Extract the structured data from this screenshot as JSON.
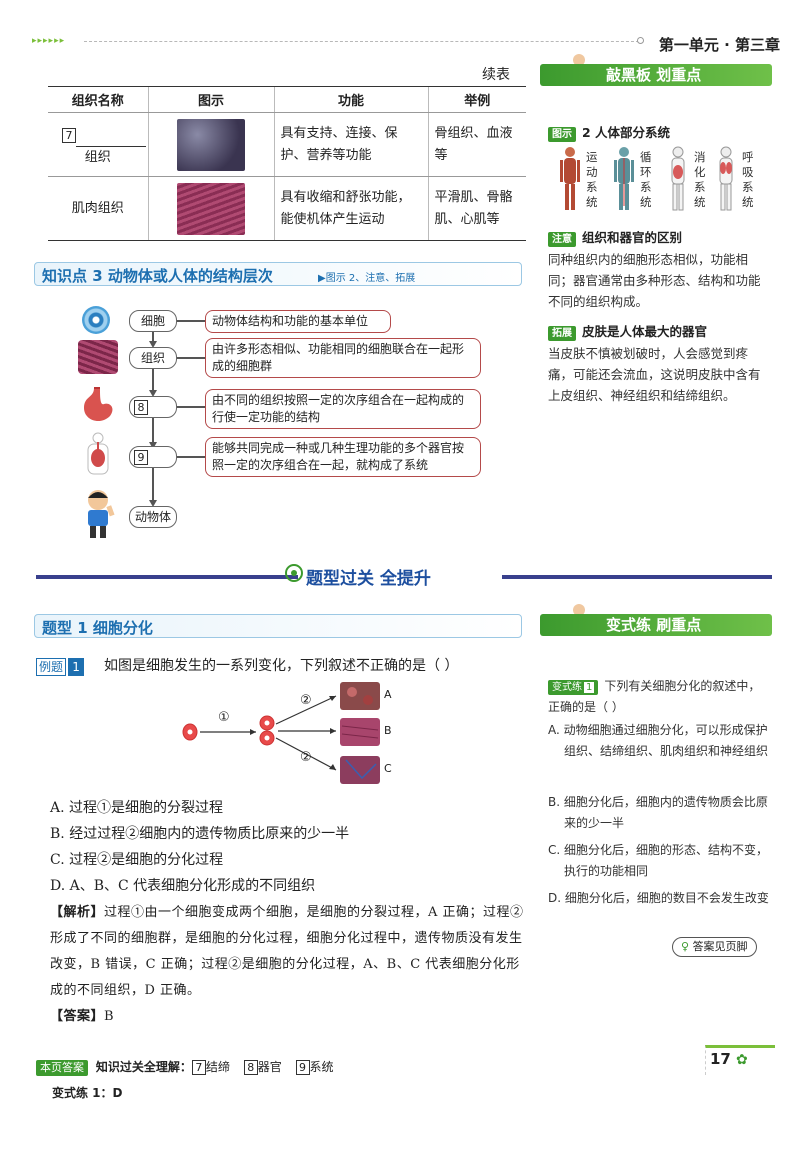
{
  "header": {
    "title": "第一单元 · 第三章",
    "dots": "▸▸▸▸▸▸"
  },
  "table": {
    "continued": "续表",
    "headers": [
      "组织名称",
      "图示",
      "功能",
      "举例"
    ],
    "rows": [
      {
        "num": "7",
        "name": "组织",
        "func": "具有支持、连接、保护、营养等功能",
        "example": "骨组织、血液等"
      },
      {
        "name": "肌肉组织",
        "func": "具有收缩和舒张功能，能使机体产生运动",
        "example": "平滑肌、骨骼肌、心肌等"
      }
    ]
  },
  "sidebar1": {
    "band": "敲黑板 划重点",
    "fig_tag": "图示",
    "fig_title": "2  人体部分系统",
    "systems": [
      "运动系统",
      "循环系统",
      "消化系统",
      "呼吸系统"
    ],
    "note_tag": "注意",
    "note_title": "组织和器官的区别",
    "note_text": "同种组织内的细胞形态相似，功能相同；器官通常由多种形态、结构和功能不同的组织构成。",
    "ext_tag": "拓展",
    "ext_title": "皮肤是人体最大的器官",
    "ext_text": "当皮肤不慎被划破时，人会感觉到疼痛，可能还会流血，这说明皮肤中含有上皮组织、神经组织和结缔组织。"
  },
  "kp3": {
    "title": "知识点 3   动物体或人体的结构层次",
    "sub": "▶图示 2、注意、拓展",
    "nodes": {
      "cell": "细胞",
      "tissue": "组织",
      "n8": "8",
      "n9": "9",
      "animal": "动物体"
    },
    "descs": {
      "cell": "动物体结构和功能的基本单位",
      "tissue": "由许多形态相似、功能相同的细胞联合在一起形成的细胞群",
      "organ": "由不同的组织按照一定的次序组合在一起构成的行使一定功能的结构",
      "system": "能够共同完成一种或几种生理功能的多个器官按照一定的次序组合在一起，就构成了系统"
    }
  },
  "section": {
    "title": "题型过关 全提升"
  },
  "tx1": {
    "title": "题型 1   细胞分化"
  },
  "example": {
    "tag": "例题",
    "num": "1",
    "question": "如图是细胞发生的一系列变化，下列叙述不正确的是（       ）",
    "labels": {
      "p1": "①",
      "p2a": "②",
      "p2b": "②",
      "A": "A",
      "B": "B",
      "C": "C"
    },
    "options": [
      "A. 过程①是细胞的分裂过程",
      "B. 经过过程②细胞内的遗传物质比原来的少一半",
      "C. 过程②是细胞的分化过程",
      "D. A、B、C 代表细胞分化形成的不同组织"
    ],
    "analysis_label": "【解析】",
    "analysis": "过程①由一个细胞变成两个细胞，是细胞的分裂过程，A 正确；过程②形成了不同的细胞群，是细胞的分化过程，细胞分化过程中，遗传物质没有发生改变，B 错误，C 正确；过程②是细胞的分化过程，A、B、C 代表细胞分化形成的不同组织，D 正确。",
    "answer_label": "【答案】",
    "answer": "B"
  },
  "sidebar2": {
    "band": "变式练 刷重点",
    "tag": "变式练",
    "num": "1",
    "question": "下列有关细胞分化的叙述中，正确的是（       ）",
    "options": [
      "A. 动物细胞通过细胞分化，可以形成保护组织、结缔组织、肌肉组织和神经组织",
      "B. 细胞分化后，细胞内的遗传物质会比原来的少一半",
      "C. 细胞分化后，细胞的形态、结构不变，执行的功能相同",
      "D. 细胞分化后，细胞的数目不会发生改变"
    ],
    "footer": "答案见页脚"
  },
  "footer": {
    "tag": "本页答案",
    "line1_label": "知识过关全理解：",
    "answers": [
      {
        "num": "7",
        "text": "结缔"
      },
      {
        "num": "8",
        "text": "器官"
      },
      {
        "num": "9",
        "text": "系统"
      }
    ],
    "line2": "变式练 1：D",
    "page": "17"
  },
  "colors": {
    "green": "#3c9a2e",
    "blue": "#1d6fb0",
    "navy": "#39408d",
    "red": "#b44a4a"
  }
}
